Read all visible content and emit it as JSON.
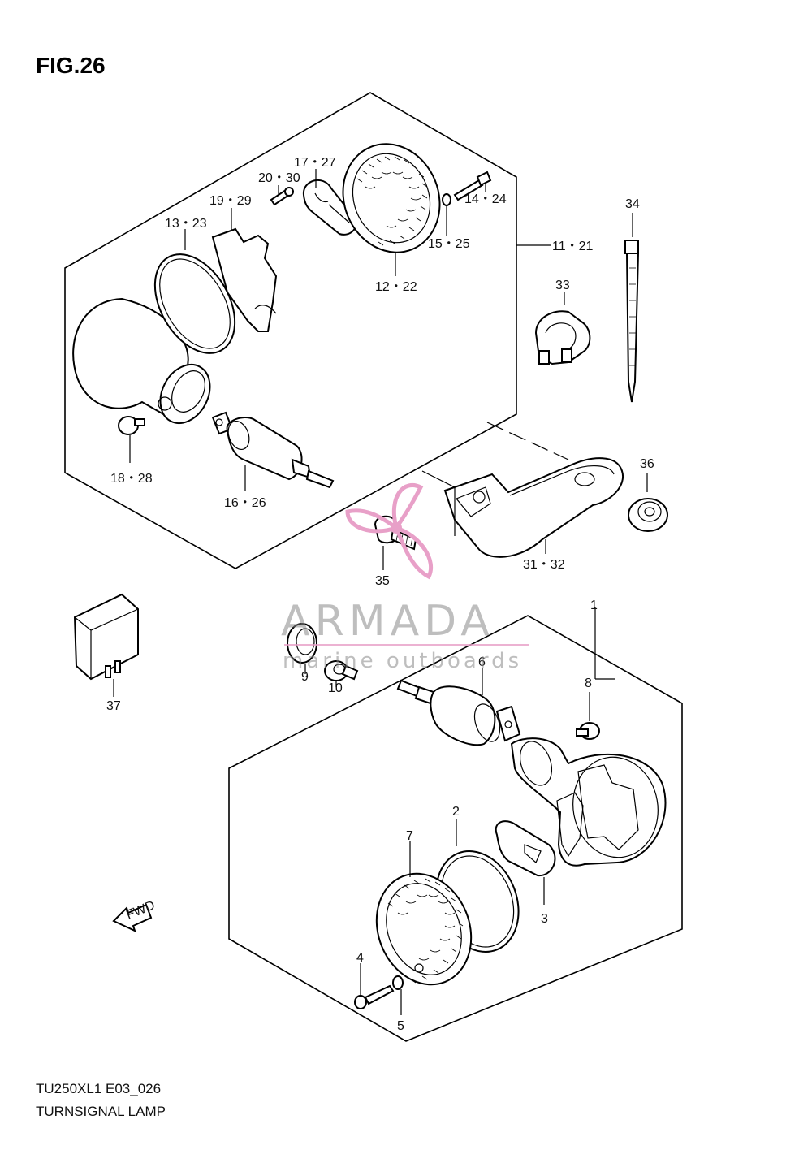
{
  "figure_title": "FIG.26",
  "footer": {
    "code": "TU250XL1 E03_026",
    "name": "TURNSIGNAL LAMP"
  },
  "watermark": {
    "brand": "ARMADA",
    "tagline": "marine outboards",
    "color": "#e8a0c8"
  },
  "forward_indicator": "FWD",
  "callouts": [
    {
      "id": "c-17-27",
      "text": "17・27"
    },
    {
      "id": "c-20-30",
      "text": "20・30"
    },
    {
      "id": "c-19-29",
      "text": "19・29"
    },
    {
      "id": "c-13-23",
      "text": "13・23"
    },
    {
      "id": "c-14-24",
      "text": "14・24"
    },
    {
      "id": "c-15-25",
      "text": "15・25"
    },
    {
      "id": "c-11-21",
      "text": "11・21"
    },
    {
      "id": "c-12-22",
      "text": "12・22"
    },
    {
      "id": "c-34",
      "text": "34"
    },
    {
      "id": "c-33",
      "text": "33"
    },
    {
      "id": "c-18-28",
      "text": "18・28"
    },
    {
      "id": "c-16-26",
      "text": "16・26"
    },
    {
      "id": "c-36",
      "text": "36"
    },
    {
      "id": "c-31-32",
      "text": "31・32"
    },
    {
      "id": "c-35",
      "text": "35"
    },
    {
      "id": "c-1",
      "text": "1"
    },
    {
      "id": "c-9",
      "text": "9"
    },
    {
      "id": "c-10",
      "text": "10"
    },
    {
      "id": "c-6",
      "text": "6"
    },
    {
      "id": "c-37",
      "text": "37"
    },
    {
      "id": "c-8",
      "text": "8"
    },
    {
      "id": "c-3",
      "text": "3"
    },
    {
      "id": "c-2",
      "text": "2"
    },
    {
      "id": "c-7",
      "text": "7"
    },
    {
      "id": "c-4",
      "text": "4"
    },
    {
      "id": "c-5",
      "text": "5"
    }
  ]
}
